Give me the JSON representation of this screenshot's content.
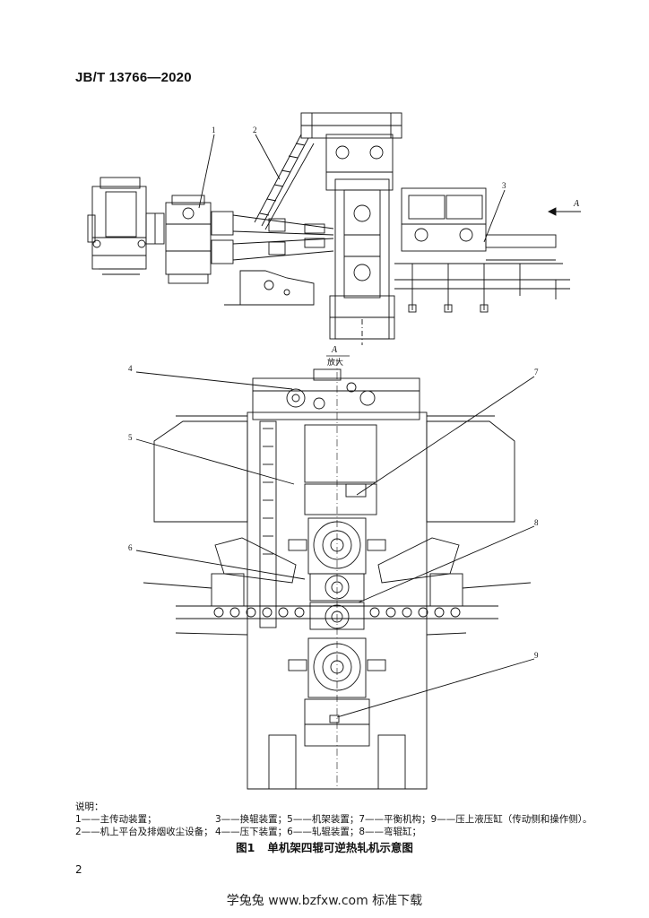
{
  "header": {
    "standard_code": "JB/T 13766—2020"
  },
  "figure": {
    "callouts": [
      "1",
      "2",
      "3",
      "4",
      "5",
      "6",
      "7",
      "8",
      "9"
    ],
    "view_marker": "A",
    "view_label": "A",
    "enlarged_label": "放大"
  },
  "legend": {
    "heading": "说明：",
    "row1": [
      "1——主传动装置；",
      "3——换辊装置；5——机架装置；7——平衡机构；9——压上液压缸（传动侧和操作侧）。"
    ],
    "row2": [
      "2——机上平台及排烟收尘设备；",
      "4——压下装置；6——轧辊装置；8——弯辊缸；"
    ]
  },
  "caption": {
    "number": "图1",
    "title": "单机架四辊可逆热轧机示意图"
  },
  "page_number": "2",
  "watermark": "学兔兔 www.bzfxw.com 标准下载"
}
